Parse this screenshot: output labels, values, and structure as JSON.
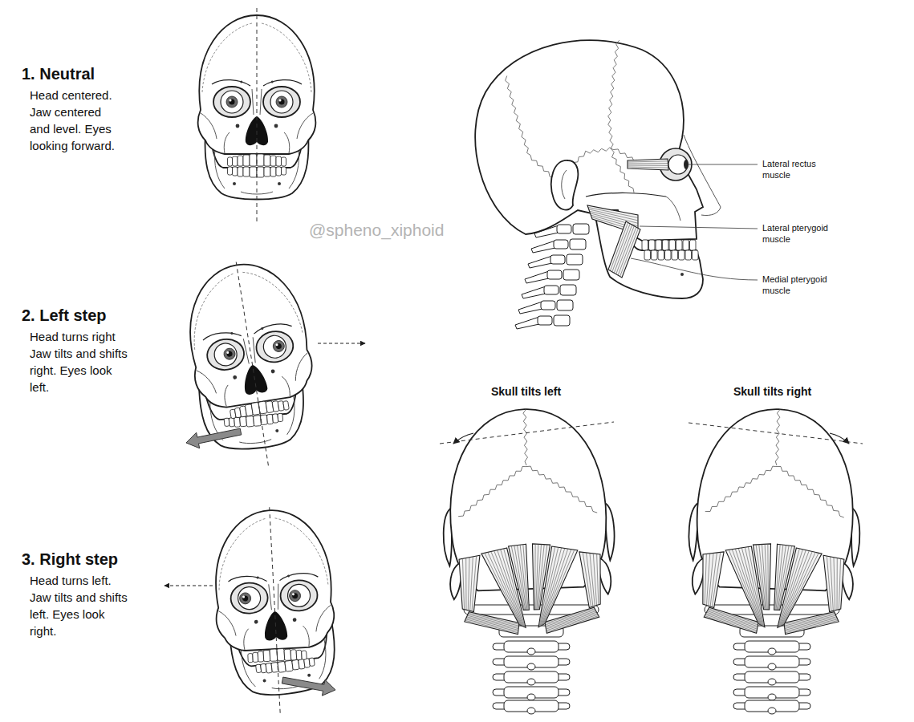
{
  "diagram": {
    "labels": [
      "1. Neutral",
      "Head centered. Jaw centered and level. Eyes looking forward.",
      "2. Left step",
      "Head turns right Jaw tilts and shifts right. Eyes look left.",
      "3. Right step",
      "Head turns left. Jaw tilts and shifts left. Eyes look right.",
      "@spheno_xiphoid",
      "Lateral rectus muscle",
      "Lateral pterygoid muscle",
      "Medial pterygoid muscle",
      "Skull tilts left",
      "Skull tilts right"
    ]
  }
}
